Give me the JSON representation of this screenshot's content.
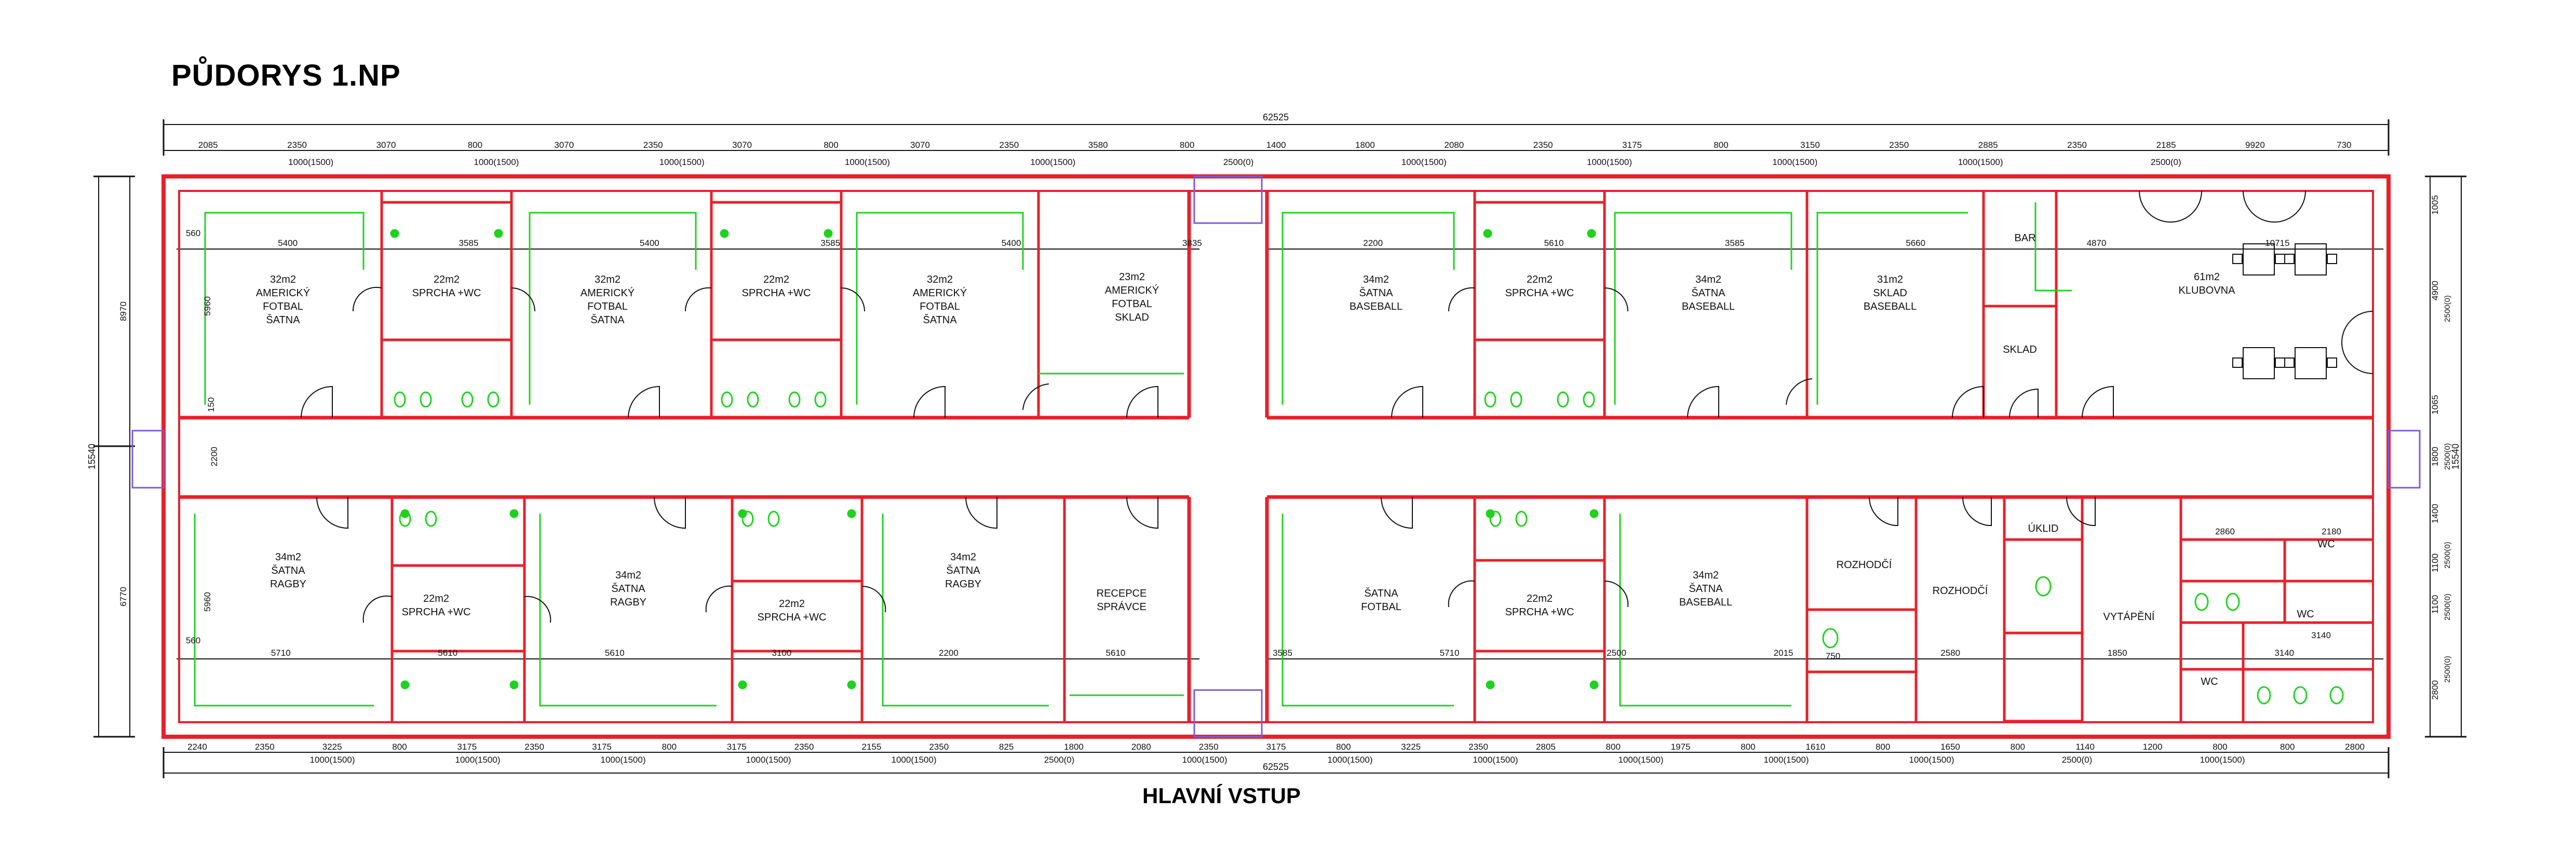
{
  "title": "PŮDORYS 1.NP",
  "entrance_label": "HLAVNÍ VSTUP",
  "colors": {
    "wall": "#e8202a",
    "wall_inner": "#c4161c",
    "fixture": "#1fd21f",
    "dim": "#111111",
    "glass": "#7b5bd6"
  },
  "overall": {
    "top": "62525",
    "bottom": "62525",
    "left": "15540",
    "right": "15540"
  },
  "rooms": [
    {
      "id": "r1",
      "lines": [
        "32m2",
        "AMERICKÝ",
        "FOTBAL",
        "ŠATNA"
      ]
    },
    {
      "id": "r2",
      "lines": [
        "22m2",
        "SPRCHA +WC"
      ]
    },
    {
      "id": "r3",
      "lines": [
        "32m2",
        "AMERICKÝ",
        "FOTBAL",
        "ŠATNA"
      ]
    },
    {
      "id": "r4",
      "lines": [
        "22m2",
        "SPRCHA +WC"
      ]
    },
    {
      "id": "r5",
      "lines": [
        "32m2",
        "AMERICKÝ",
        "FOTBAL",
        "ŠATNA"
      ]
    },
    {
      "id": "r6",
      "lines": [
        "23m2",
        "AMERICKÝ",
        "FOTBAL",
        "SKLAD"
      ]
    },
    {
      "id": "r7",
      "lines": [
        "34m2",
        "ŠATNA",
        "BASEBALL"
      ]
    },
    {
      "id": "r8",
      "lines": [
        "22m2",
        "SPRCHA +WC"
      ]
    },
    {
      "id": "r9",
      "lines": [
        "34m2",
        "ŠATNA",
        "BASEBALL"
      ]
    },
    {
      "id": "r10",
      "lines": [
        "31m2",
        "SKLAD",
        "BASEBALL"
      ]
    },
    {
      "id": "r11",
      "lines": [
        "BAR"
      ]
    },
    {
      "id": "r12",
      "lines": [
        "SKLAD"
      ]
    },
    {
      "id": "r13",
      "lines": [
        "61m2",
        "KLUBOVNA"
      ]
    },
    {
      "id": "r14",
      "lines": [
        "34m2",
        "ŠATNA",
        "RAGBY"
      ]
    },
    {
      "id": "r15",
      "lines": [
        "22m2",
        "SPRCHA +WC"
      ]
    },
    {
      "id": "r16",
      "lines": [
        "34m2",
        "ŠATNA",
        "RAGBY"
      ]
    },
    {
      "id": "r17",
      "lines": [
        "22m2",
        "SPRCHA +WC"
      ]
    },
    {
      "id": "r18",
      "lines": [
        "34m2",
        "ŠATNA",
        "RAGBY"
      ]
    },
    {
      "id": "r19",
      "lines": [
        "RECEPCE",
        "SPRÁVCE"
      ]
    },
    {
      "id": "r20",
      "lines": [
        "ŠATNA",
        "FOTBAL"
      ]
    },
    {
      "id": "r21",
      "lines": [
        "22m2",
        "SPRCHA +WC"
      ]
    },
    {
      "id": "r22",
      "lines": [
        "34m2",
        "ŠATNA",
        "BASEBALL"
      ]
    },
    {
      "id": "r23",
      "lines": [
        "ROZHODČÍ"
      ]
    },
    {
      "id": "r24",
      "lines": [
        "ROZHODČÍ"
      ]
    },
    {
      "id": "r25",
      "lines": [
        "ÚKLID"
      ]
    },
    {
      "id": "r26",
      "lines": [
        "VYTÁPĚNÍ"
      ]
    },
    {
      "id": "r27",
      "lines": [
        "WC"
      ]
    },
    {
      "id": "r28",
      "lines": [
        "WC"
      ]
    },
    {
      "id": "r29",
      "lines": [
        "WC"
      ]
    }
  ],
  "dimensions": {
    "top": [
      "2085",
      "2350",
      "3070",
      "800",
      "3070",
      "2350",
      "3070",
      "800",
      "3070",
      "2350",
      "3580",
      "800",
      "1400",
      "1800",
      "2080",
      "2350",
      "3175",
      "800",
      "3150",
      "2350",
      "2885",
      "2350",
      "2185",
      "9920",
      "730"
    ],
    "top_openings": [
      "1000(1500)",
      "1000(1500)",
      "1000(1500)",
      "1000(1500)",
      "1000(1500)",
      "2500(0)",
      "1000(1500)",
      "1000(1500)",
      "1000(1500)",
      "1000(1500)",
      "2500(0)"
    ],
    "top_interior": [
      "5400",
      "3585",
      "5400",
      "3585",
      "5400",
      "3835",
      "2200",
      "5610",
      "3585",
      "5660",
      "4870",
      "10715"
    ],
    "bottom": [
      "2240",
      "2350",
      "3225",
      "800",
      "3175",
      "2350",
      "3175",
      "800",
      "3175",
      "2350",
      "2155",
      "2350",
      "825",
      "1800",
      "2080",
      "2350",
      "3175",
      "800",
      "3225",
      "2350",
      "2805",
      "800",
      "1975",
      "800",
      "1610",
      "800",
      "1650",
      "800",
      "1140",
      "1200",
      "800",
      "800",
      "2800"
    ],
    "bottom_openings": [
      "1000(1500)",
      "1000(1500)",
      "1000(1500)",
      "1000(1500)",
      "1000(1500)",
      "2500(0)",
      "1000(1500)",
      "1000(1500)",
      "1000(1500)",
      "1000(1500)",
      "1000(1500)",
      "1000(1500)",
      "2500(0)",
      "1000(1500)"
    ],
    "bottom_interior": [
      "5710",
      "5610",
      "5610",
      "3100",
      "2200",
      "5610",
      "3585",
      "5710",
      "2500",
      "2015",
      "2580",
      "1850",
      "3140"
    ],
    "left": [
      "8970",
      "6770"
    ],
    "right": [
      "1005",
      "4900",
      "1065",
      "1800",
      "1400",
      "1100",
      "1100",
      "2800"
    ],
    "right_openings": [
      "2500(0)",
      "2500(0)",
      "2500(0)",
      "2500(0)",
      "2500(0)"
    ],
    "misc": [
      "5960",
      "5960",
      "560",
      "560",
      "150",
      "2200",
      "2860",
      "2180",
      "3140",
      "750"
    ]
  }
}
